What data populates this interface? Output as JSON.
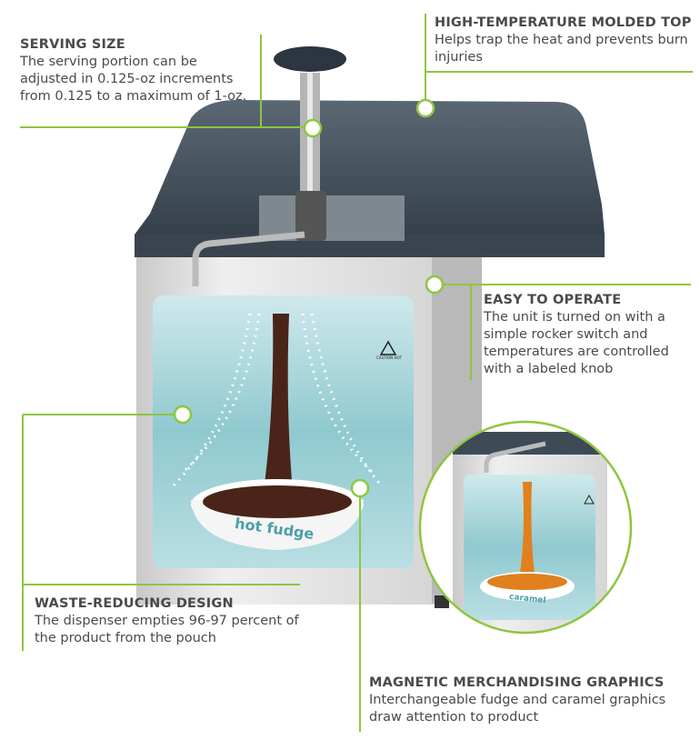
{
  "callouts": [
    {
      "title": "SERVING SIZE",
      "text": "The serving portion can be adjusted in 0.125-oz increments from 0.125 to a maximum of 1-oz."
    },
    {
      "title": "HIGH-TEMPERATURE MOLDED TOP",
      "text": "Helps trap the heat and prevents burn injuries"
    },
    {
      "title": "EASY TO OPERATE",
      "text": "The unit is turned on with a simple rocker switch and temperatures are controlled with a labeled knob"
    },
    {
      "title": "WASTE-REDUCING DESIGN",
      "text": "The dispenser empties 96-97 percent of the product from the pouch"
    },
    {
      "title": "MAGNETIC MERCHANDISING GRAPHICS",
      "text": "Interchangeable fudge and caramel graphics draw attention to product"
    }
  ],
  "graphics": {
    "main_label": "hot fudge",
    "inset_label": "caramel",
    "caution_label": "CAUTION HOT"
  },
  "colors": {
    "accent_line": "#8dc63f",
    "lid": "#3e4b57",
    "panel": "#8fc9cf",
    "fudge": "#4a2418",
    "caramel": "#e0801e"
  }
}
